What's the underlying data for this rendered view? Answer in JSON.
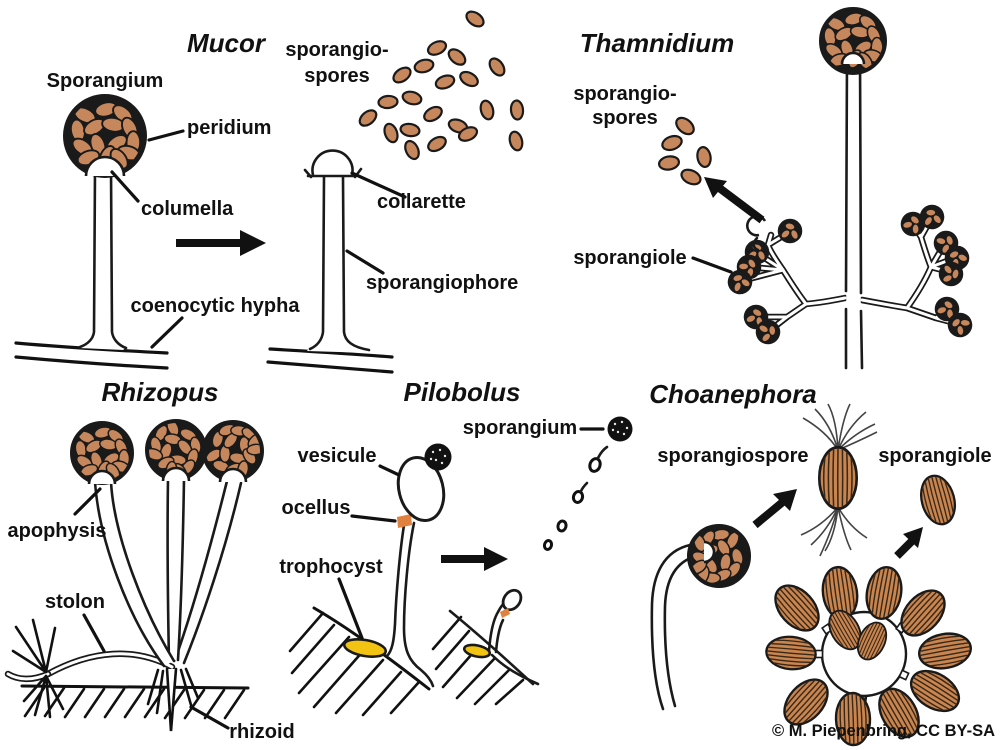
{
  "colors": {
    "background": "#ffffff",
    "outline_black": "#1a1a1a",
    "spore_tan": "#c6875c",
    "striated_spore_tan": "#c9854f",
    "ocellus_orange": "#e0813f",
    "trophocyst_yellow": "#f2c313"
  },
  "panels": {
    "mucor": {
      "title": "Mucor",
      "sporangium_label": "Sporangium",
      "peridium_label": "peridium",
      "columella_label": "columella",
      "coenocytic_hypha_label": "coenocytic hypha",
      "sporangiospores_label_line1": "sporangio-",
      "sporangiospores_label_line2": "spores",
      "collarette_label": "collarette",
      "sporangiophore_label": "sporangiophore"
    },
    "thamnidium": {
      "title": "Thamnidium",
      "sporangiospores_label_line1": "sporangio-",
      "sporangiospores_label_line2": "spores",
      "sporangiole_label": "sporangiole"
    },
    "rhizopus": {
      "title": "Rhizopus",
      "apophysis_label": "apophysis",
      "stolon_label": "stolon",
      "rhizoid_label": "rhizoid"
    },
    "pilobolus": {
      "title": "Pilobolus",
      "sporangium_label": "sporangium",
      "vesicule_label": "vesicule",
      "ocellus_label": "ocellus",
      "trophocyst_label": "trophocyst"
    },
    "choanephora": {
      "title": "Choanephora",
      "sporangiospore_label": "sporangiospore",
      "sporangiole_label": "sporangiole"
    }
  },
  "credit": "© M. Piepenbring, CC BY-SA"
}
